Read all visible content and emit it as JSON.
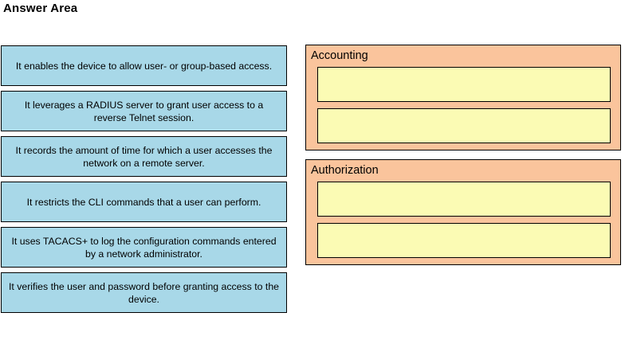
{
  "page": {
    "title": "Answer Area"
  },
  "colors": {
    "option_fill": "#a8d8e8",
    "category_fill": "#fac49c",
    "slot_fill": "#fbfbb4",
    "border": "#000000",
    "background": "#ffffff",
    "text": "#000000"
  },
  "options": [
    {
      "text": "It enables the device to allow user- or group-based access."
    },
    {
      "text": "It leverages a RADIUS server to grant user access to a reverse Telnet session."
    },
    {
      "text": "It records the amount of time for which a user accesses the network on a remote server."
    },
    {
      "text": "It restricts the CLI commands that a user can perform."
    },
    {
      "text": "It uses TACACS+ to log the configuration commands entered by a network administrator."
    },
    {
      "text": "It verifies the user and password before granting access to the device."
    }
  ],
  "categories": [
    {
      "title": "Accounting",
      "slots": [
        {
          "text": ""
        },
        {
          "text": ""
        }
      ]
    },
    {
      "title": "Authorization",
      "slots": [
        {
          "text": ""
        },
        {
          "text": ""
        }
      ]
    }
  ]
}
